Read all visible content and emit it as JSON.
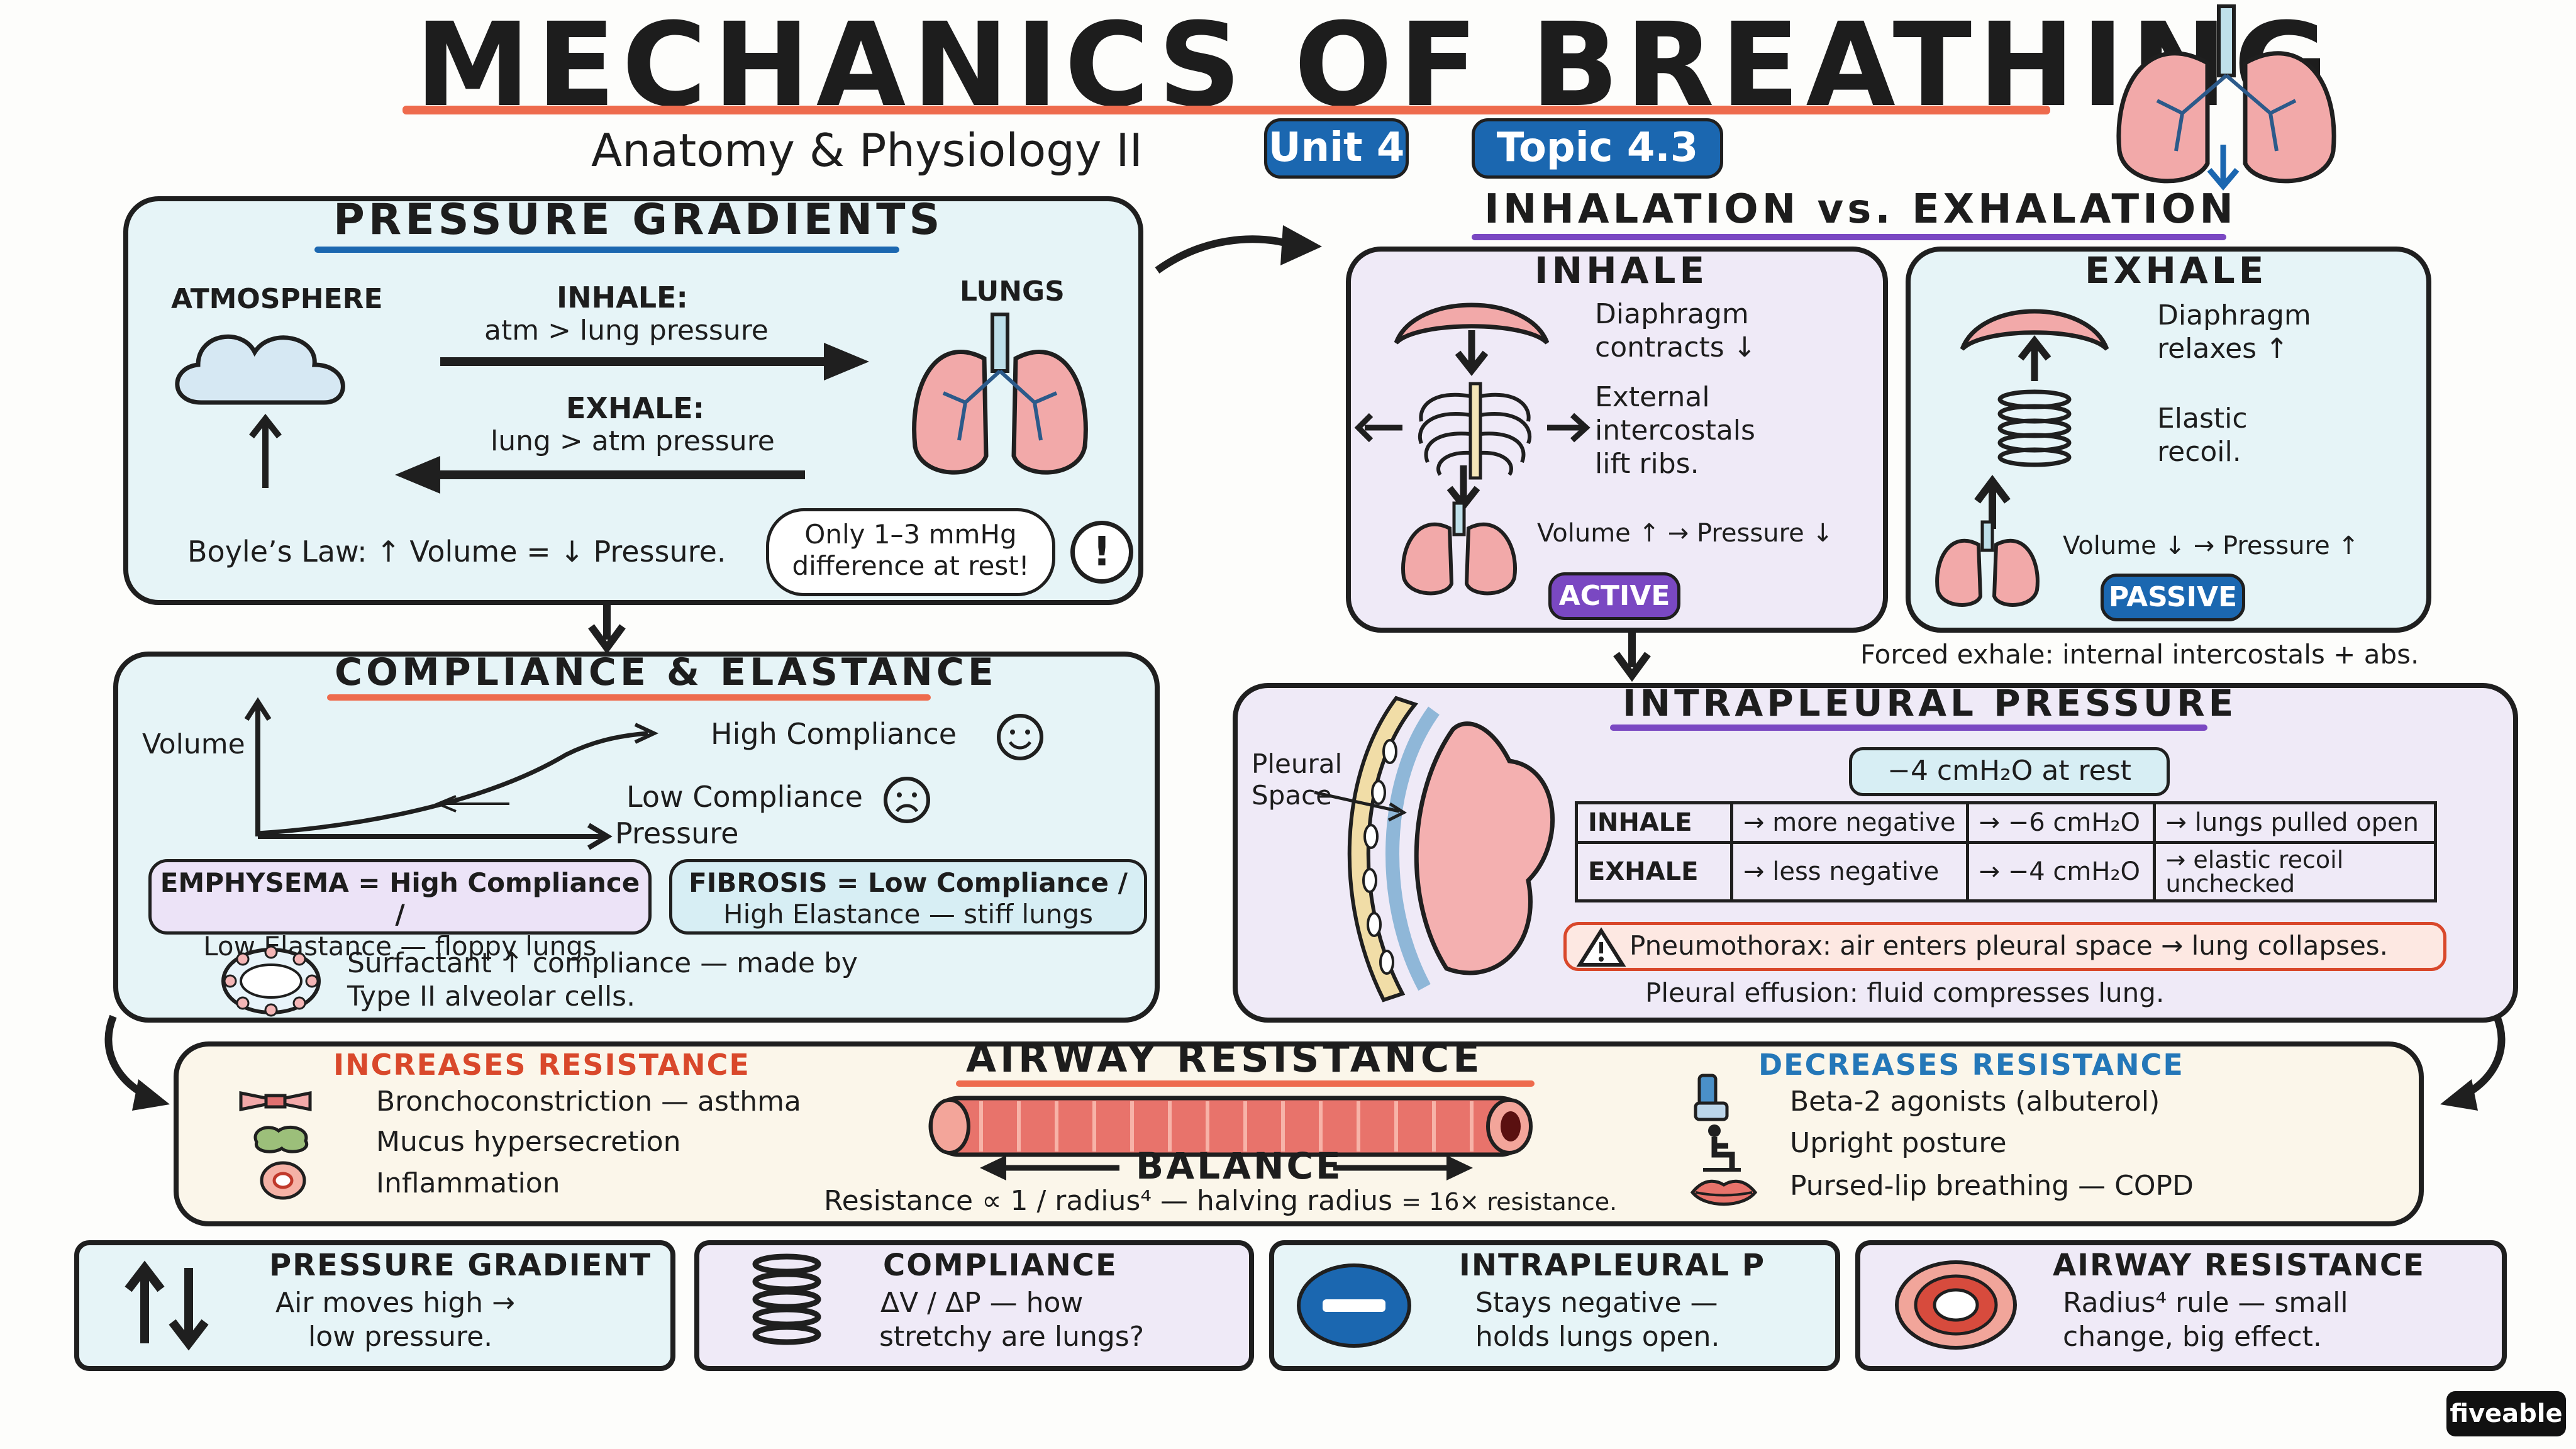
{
  "header": {
    "title": "MECHANICS OF BREATHING",
    "subtitle": "Anatomy & Physiology II",
    "unit_badge": "Unit 4",
    "topic_badge": "Topic 4.3"
  },
  "pressure_gradients": {
    "title": "PRESSURE GRADIENTS",
    "atmosphere_label": "ATMOSPHERE",
    "lungs_label": "LUNGS",
    "inhale_label": "INHALE:",
    "inhale_detail": "atm > lung pressure",
    "exhale_label": "EXHALE:",
    "exhale_detail": "lung > atm pressure",
    "boyles_law": "Boyle’s Law: ↑ Volume = ↓ Pressure.",
    "callout_line1": "Only 1–3 mmHg",
    "callout_line2": "difference at rest!",
    "alert_glyph": "!"
  },
  "inhale_exhale": {
    "title": "INHALATION vs. EXHALATION",
    "inhale": {
      "title": "INHALE",
      "step1_line1": "Diaphragm",
      "step1_line2": "contracts ↓",
      "step2_line1": "External",
      "step2_line2": "intercostals",
      "step2_line3": "lift ribs.",
      "volume_pressure": "Volume ↑ → Pressure ↓",
      "badge": "ACTIVE"
    },
    "exhale": {
      "title": "EXHALE",
      "step1_line1": "Diaphragm",
      "step1_line2": "relaxes ↑",
      "step2_line1": "Elastic",
      "step2_line2": "recoil.",
      "volume_pressure": "Volume ↓ → Pressure ↑",
      "badge": "PASSIVE"
    },
    "forced_exhale_note": "Forced exhale: internal intercostals + abs."
  },
  "compliance": {
    "title": "COMPLIANCE & ELASTANCE",
    "y_axis": "Volume",
    "x_axis": "Pressure",
    "high_label": "High Compliance",
    "low_label": "Low Compliance",
    "emphysema_line1": "EMPHYSEMA = High Compliance /",
    "emphysema_line2": "Low Elastance — floppy lungs",
    "fibrosis_line1": "FIBROSIS = Low Compliance /",
    "fibrosis_line2": "High Elastance — stiff lungs",
    "surfactant_line1": "Surfactant ↑ compliance — made by",
    "surfactant_line2": "Type II alveolar cells."
  },
  "intrapleural": {
    "title": "INTRAPLEURAL PRESSURE",
    "pleural_label_line1": "Pleural",
    "pleural_label_line2": "Space",
    "rest_value": "−4 cmH₂O at rest",
    "rows": [
      {
        "phase": "INHALE",
        "change": "→ more negative",
        "value": "→ −6 cmH₂O",
        "effect": "→ lungs pulled open"
      },
      {
        "phase": "EXHALE",
        "change": "→ less negative",
        "value": "→ −4 cmH₂O",
        "effect": "→ elastic recoil unchecked"
      }
    ],
    "pneumothorax": "Pneumothorax: air enters pleural space → lung collapses.",
    "effusion": "Pleural effusion: fluid compresses lung."
  },
  "airway": {
    "title": "AIRWAY RESISTANCE",
    "increases_title": "INCREASES RESISTANCE",
    "increases": [
      "Bronchoconstriction — asthma",
      "Mucus hypersecretion",
      "Inflammation"
    ],
    "decreases_title": "DECREASES RESISTANCE",
    "decreases": [
      "Beta-2 agonists (albuterol)",
      "Upright posture",
      "Pursed-lip breathing — COPD"
    ],
    "balance_label": "BALANCE",
    "formula_text": "Resistance ∝ 1 / radius⁴ — halving radius",
    "formula_tail": "= 16× resistance."
  },
  "summary": [
    {
      "title": "PRESSURE GRADIENT",
      "line1": "Air moves high →",
      "line2": "low pressure."
    },
    {
      "title": "COMPLIANCE",
      "line1": "ΔV / ΔP — how",
      "line2": "stretchy are lungs?"
    },
    {
      "title": "INTRAPLEURAL P",
      "line1": "Stays negative —",
      "line2": "holds lungs open."
    },
    {
      "title": "AIRWAY RESISTANCE",
      "line1": "Radius⁴ rule — small",
      "line2": "change, big effect."
    }
  ],
  "brand": "fiveable",
  "colors": {
    "title_underline": "#ee6b4d",
    "badge_blue": "#1b67b0",
    "active_purple": "#7a48c2",
    "increase_red": "#d9482b",
    "decrease_blue": "#2477b8",
    "panel_blue": "#e6f4f7",
    "panel_lavender": "#efeaf7",
    "panel_cream": "#fbf6ea"
  }
}
